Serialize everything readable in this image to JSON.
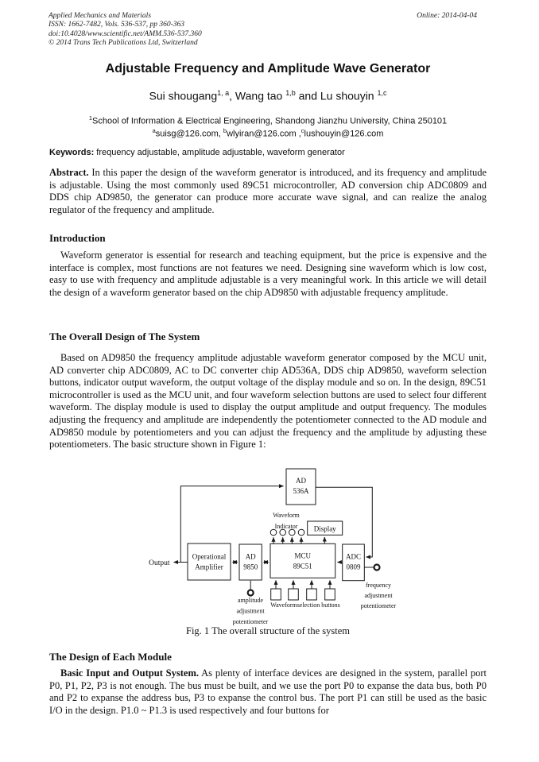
{
  "header": {
    "journal": "Applied Mechanics and Materials",
    "issn_line": "ISSN: 1662-7482, Vols. 536-537, pp 360-363",
    "doi_line": "doi:10.4028/www.scientific.net/AMM.536-537.360",
    "copyright_line": "© 2014 Trans Tech Publications Ltd, Switzerland",
    "online": "Online: 2014-04-04"
  },
  "title": "Adjustable Frequency and Amplitude Wave Generator",
  "authors": [
    {
      "name": "Sui shougang",
      "sup": "1, a",
      "sep": ", "
    },
    {
      "name": "Wang tao ",
      "sup": "1,b",
      "sep": " and "
    },
    {
      "name": "Lu shouyin ",
      "sup": "1,c",
      "sep": ""
    }
  ],
  "affiliation": {
    "sup": "1",
    "text": "School of Information & Electrical Engineering, Shandong Jianzhu University, China 250101"
  },
  "emails": [
    {
      "sup": "a",
      "text": "suisg@126.com, "
    },
    {
      "sup": "b",
      "text": "wlyiran@126.com ,"
    },
    {
      "sup": "c",
      "text": "lushouyin@126.com"
    }
  ],
  "keywords": {
    "label": "Keywords:",
    "text": " frequency adjustable, amplitude adjustable, waveform generator"
  },
  "abstract": {
    "label": "Abstract.",
    "text": " In this paper the design of the waveform generator is introduced, and its frequency and amplitude is adjustable. Using the most commonly used 89C51 microcontroller, AD conversion chip ADC0809 and DDS chip AD9850, the generator can produce more accurate wave signal, and can realize the analog regulator of the frequency and amplitude."
  },
  "sections": {
    "introduction": {
      "heading": "Introduction",
      "body": "Waveform generator is essential for research and teaching equipment, but the price is expensive and the interface is complex, most functions are not features we need. Designing sine waveform which is low cost, easy to use with frequency and amplitude adjustable is a very meaningful work. In this article we will detail the design of a waveform generator based on the chip AD9850 with adjustable frequency amplitude."
    },
    "overall_design": {
      "heading": "The Overall Design of The System",
      "body": "Based on AD9850 the frequency amplitude adjustable waveform generator composed by the MCU unit, AD converter chip ADC0809, AC to DC converter chip AD536A, DDS chip AD9850, waveform selection buttons, indicator output waveform, the output voltage of the display module and so on. In the design, 89C51 microcontroller is used as the MCU unit, and four waveform selection buttons are used to select four different waveform. The display module is used to display the output amplitude and output frequency. The modules adjusting the frequency and amplitude are independently the potentiometer connected to the AD module and AD9850 module by potentiometers and you can adjust the frequency and the amplitude by adjusting these potentiometers. The basic structure shown in Figure 1:"
    },
    "module_design": {
      "heading": "The Design of Each Module",
      "lead": "Basic Input and Output System.",
      "body": " As plenty of interface devices are designed in the system, parallel port P0, P1, P2, P3 is not enough. The bus must be built, and we use the port P0 to expanse the data bus, both P0 and P2 to expanse the address bus, P3 to expanse the control bus. The port P1 can still be used as the basic I/O in the design. P1.0 ~ P1.3 is used respectively and four buttons for"
    }
  },
  "figure": {
    "caption": "Fig. 1 The overall structure of the system",
    "blocks": {
      "ad536a": [
        "AD",
        "536A"
      ],
      "opamp": [
        "Operational",
        "Amplifier"
      ],
      "ad9850": [
        "AD",
        "9850"
      ],
      "mcu": [
        "MCU",
        "89C51"
      ],
      "adc": [
        "ADC",
        "0809"
      ],
      "display": "Display"
    },
    "labels": {
      "output": "Output",
      "waveform_indicator": [
        "Waveform",
        "Indicator"
      ],
      "selection_buttons": "Waveformselection buttons",
      "amplitude_pot": [
        "amplitude",
        "adjustment",
        "potentiometer"
      ],
      "frequency_pot": [
        "frequency",
        "adjustment",
        "potentiometer"
      ]
    }
  }
}
